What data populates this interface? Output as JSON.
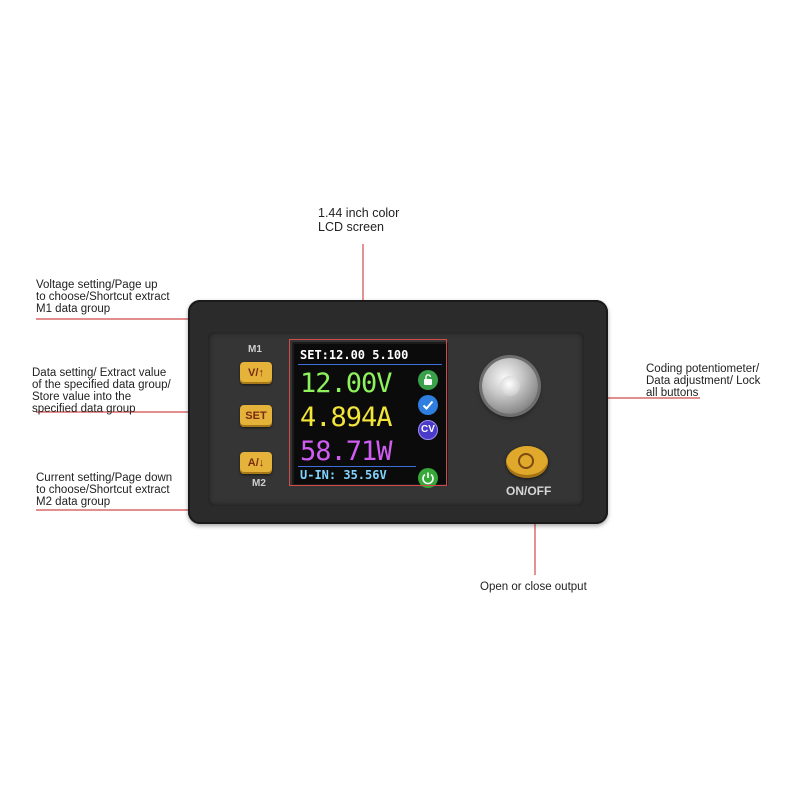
{
  "callouts": {
    "lcd_title": [
      "1.44 inch color",
      "LCD screen"
    ],
    "voltage": [
      "Voltage setting/Page up",
      "to choose/Shortcut extract",
      "M1 data group"
    ],
    "data": [
      "Data setting/ Extract value",
      "of the specified data group/",
      "Store value into the",
      "specified data group"
    ],
    "current": [
      "Current setting/Page down",
      "to choose/Shortcut extract",
      "M2 data group"
    ],
    "coding": [
      "Coding potentiometer/",
      "Data adjustment/ Lock",
      "all buttons"
    ],
    "output": [
      "Open or close output"
    ]
  },
  "device": {
    "buttons": {
      "v": "V/↑",
      "set": "SET",
      "a": "A/↓"
    },
    "m1": "M1",
    "m2": "M2",
    "onoff": "ON/OFF"
  },
  "lcd": {
    "set_line": "SET:12.00 5.100",
    "voltage": "12.00V",
    "current": "4.894A",
    "power": "58.71W",
    "input": "U-IN: 35.56V",
    "cv_badge": "CV"
  },
  "colors": {
    "leader_line": "#d24a4a",
    "voltage": "#8df25b",
    "current": "#f3e43a",
    "power": "#cf5df2",
    "button": "#e5b33a"
  }
}
